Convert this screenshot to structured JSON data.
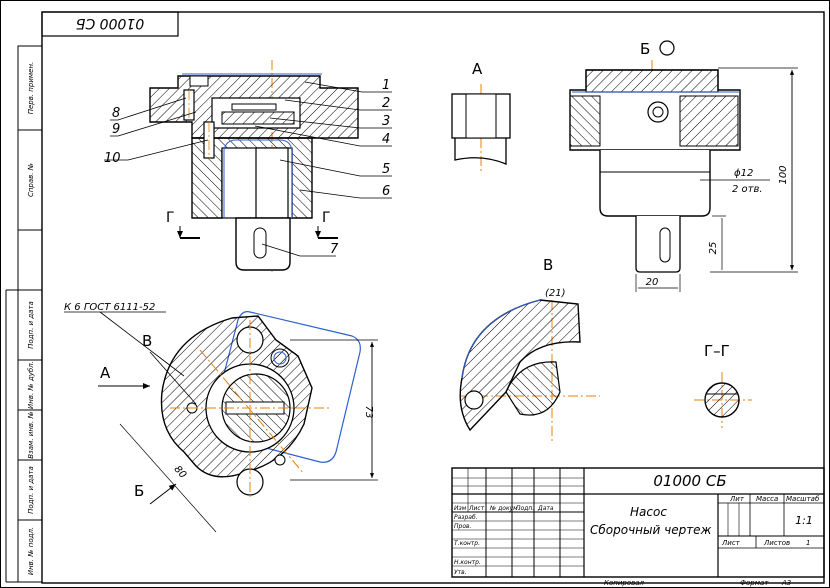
{
  "drawing_code": "01000 СБ",
  "drawing_code_rotated": "01000 СБ",
  "side_strip_labels": [
    "Перв. примен.",
    "Справ. №",
    "Подп. и дата",
    "Инв. № дубл.",
    "Взам. инв. №",
    "Подп. и дата",
    "Инв. № подл."
  ],
  "leaders": [
    "1",
    "2",
    "3",
    "4",
    "5",
    "6",
    "7",
    "8",
    "9",
    "10"
  ],
  "section_marks": {
    "g_left": "Г",
    "g_right": "Г",
    "view_a": "А",
    "view_b": "Б",
    "view_b_rot": "Б",
    "view_v": "В",
    "view_v_left": "В",
    "section_gg": "Г–Г",
    "arrow_a": "А",
    "arrow_b": "Б"
  },
  "weld_note": "К 6 ГОСТ 6111-52",
  "dimensions": {
    "holes": "ϕ12",
    "holes_count": "2 отв.",
    "height": "100",
    "shaft_len": "25",
    "shaft_w": "20",
    "plate_h": "73",
    "plate_diag": "80",
    "ref": "(21)"
  },
  "title_block": {
    "code": "01000 СБ",
    "name_line1": "Насос",
    "name_line2": "Сборочный чертеж",
    "col_lit": "Лит",
    "col_mass": "Масса",
    "col_scale": "Масштаб",
    "scale_value": "1:1",
    "sheet": "Лист",
    "sheets": "Листов",
    "sheets_value": "1",
    "header_cols": [
      "Изм",
      "Лист",
      "№ докум.",
      "Подп.",
      "Дата"
    ],
    "roles": [
      "Разраб.",
      "Пров.",
      "Т.контр.",
      "Н.контр.",
      "Утв."
    ]
  },
  "footer": {
    "copied": "Копировал",
    "format": "Формат",
    "format_value": "А3"
  }
}
